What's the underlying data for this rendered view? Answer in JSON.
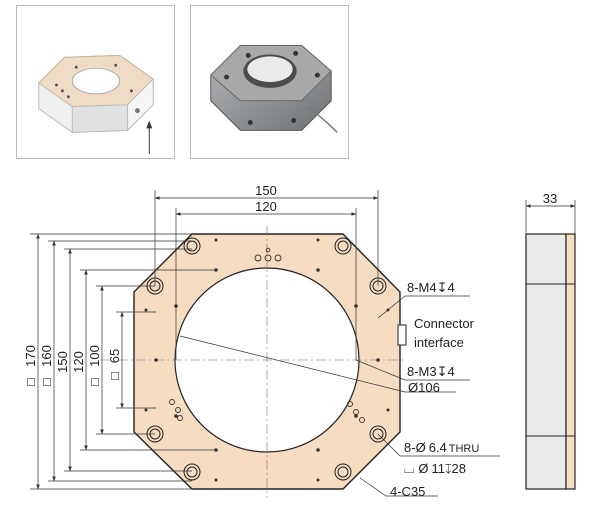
{
  "dimensions": {
    "width_150": "150",
    "width_120": "120",
    "side_33": "33",
    "sq_170": "170",
    "sq_160": "160",
    "h_150": "150",
    "h_120": "120",
    "sq_100": "100",
    "sq_65": "65"
  },
  "callouts": {
    "m4": "8-M4",
    "m4_depth": "4",
    "connector_1": "Connector",
    "connector_2": "interface",
    "m3": "8-M3",
    "m3_depth": "4",
    "bore": "106",
    "thru_prefix": "8-",
    "thru_dia": "6.4",
    "thru_word": "THRU",
    "cbore_dia": "11",
    "cbore_depth": "28",
    "chamfer": "4-C35"
  },
  "symbols": {
    "square": "□",
    "diameter": "Ø",
    "depth": "↧",
    "counterbore": "⌴"
  },
  "colors": {
    "plate_face": "#f6dcc1",
    "plate_edge": "#222222",
    "metal_render": "#8d8f91",
    "dim_line": "#333333",
    "center_line": "#777777"
  }
}
